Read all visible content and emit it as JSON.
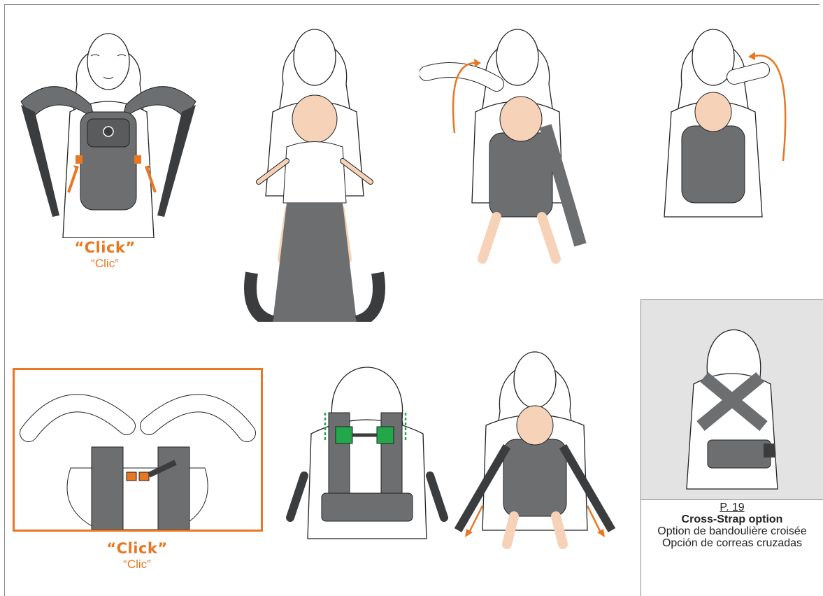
{
  "captions": {
    "click_en_1": "“Click”",
    "click_fr_1": "“Clic”",
    "click_en_2": "“Click”",
    "click_fr_2": "“Clic”"
  },
  "side_box": {
    "page_ref": "P. 19",
    "title_en": "Cross-Strap option",
    "title_fr": "Option de bandoulière croisée",
    "title_es": "Opción de correas cruzadas"
  },
  "colors": {
    "accent_orange": "#e87722",
    "carrier_gray": "#6d6e70",
    "strap_dark": "#3b3c3e",
    "skin": "#f6d2b8",
    "buckle_green": "#22a84a",
    "panel_shade": "#e3e3e3"
  },
  "icons": {
    "arrow": "curved-arrow-icon",
    "guide": "dashed-arrow-icon"
  }
}
